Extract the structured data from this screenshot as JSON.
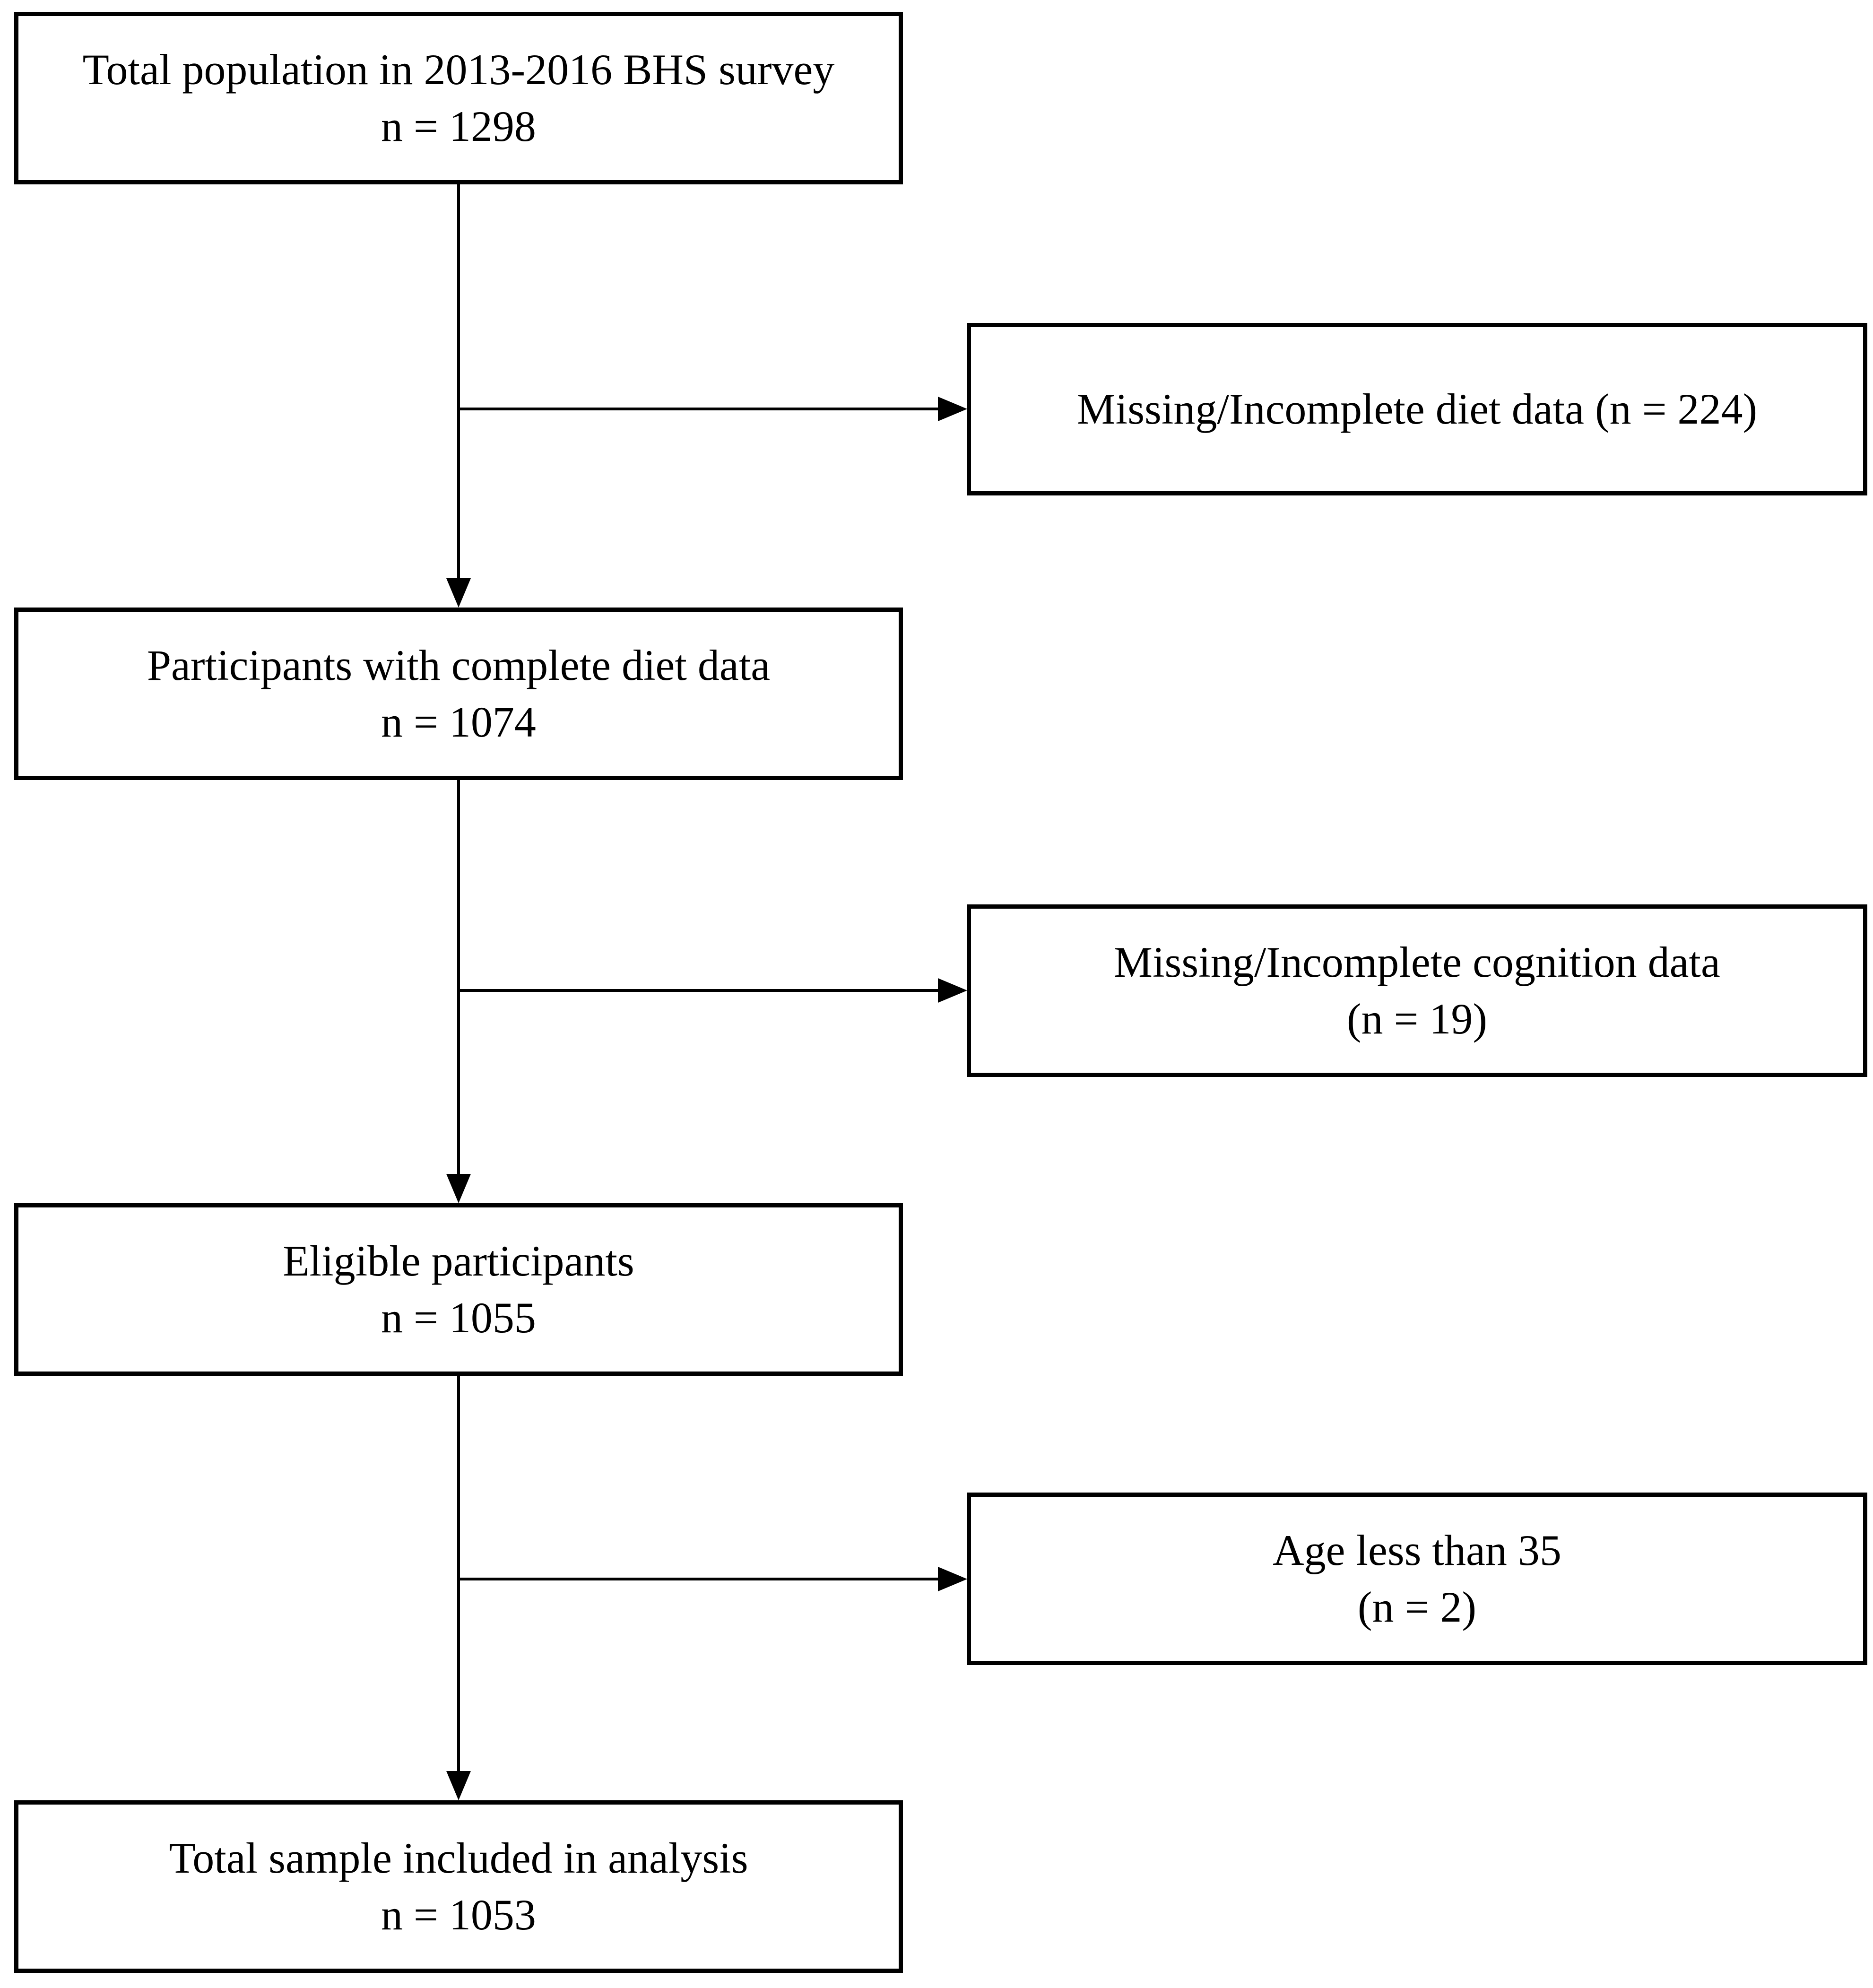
{
  "figure": {
    "type": "participant-flow-diagram",
    "colors": {
      "border": "#000000",
      "text": "#000000",
      "background": "#ffffff"
    },
    "main_flow": [
      {
        "id": "total-population",
        "line1": "Total population in 2013-2016 BHS survey",
        "line2": "n = 1298"
      },
      {
        "id": "complete-diet-data",
        "line1": "Participants with complete diet data",
        "line2": "n = 1074"
      },
      {
        "id": "eligible-participants",
        "line1": "Eligible participants",
        "line2": "n = 1055"
      },
      {
        "id": "final-sample",
        "line1": "Total sample included in analysis",
        "line2": "n = 1053"
      }
    ],
    "exclusions": [
      {
        "id": "missing-diet-data",
        "line1": "Missing/Incomplete diet data (n = 224)"
      },
      {
        "id": "missing-cognition-data",
        "line1": "Missing/Incomplete cognition data",
        "line2": "(n = 19)"
      },
      {
        "id": "age-under-35",
        "line1": "Age less than 35",
        "line2": "(n = 2)"
      }
    ]
  }
}
